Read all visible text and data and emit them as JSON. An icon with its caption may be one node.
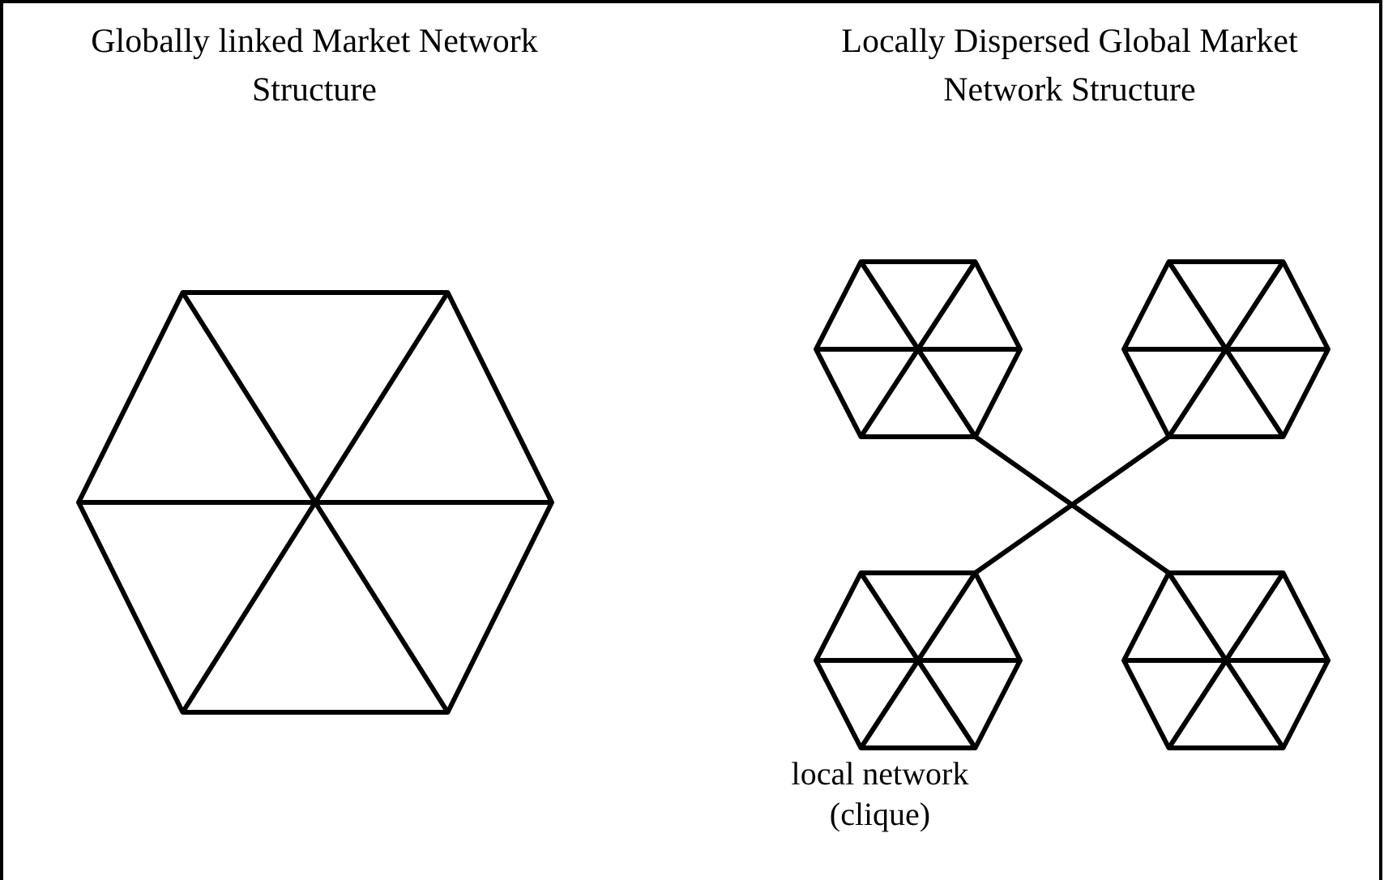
{
  "diagram": {
    "nodes": [
      {
        "text": [],
        "shape": "hexagon"
      },
      {
        "text": [],
        "shape": "hexagon"
      },
      {
        "text": [],
        "shape": "hexagon"
      },
      {
        "text": [],
        "shape": "hexagon",
        "beside": [
          "local network (clique)"
        ]
      },
      {
        "text": [],
        "shape": "hexagon"
      }
    ],
    "edges": [
      {
        "from": 1,
        "to": 4,
        "arrow": "none"
      },
      {
        "from": 2,
        "to": 3,
        "arrow": "none"
      }
    ],
    "labels": [
      "Globally linked Market Network Structure",
      "Locally Dispersed Global Market Network Structure"
    ]
  }
}
